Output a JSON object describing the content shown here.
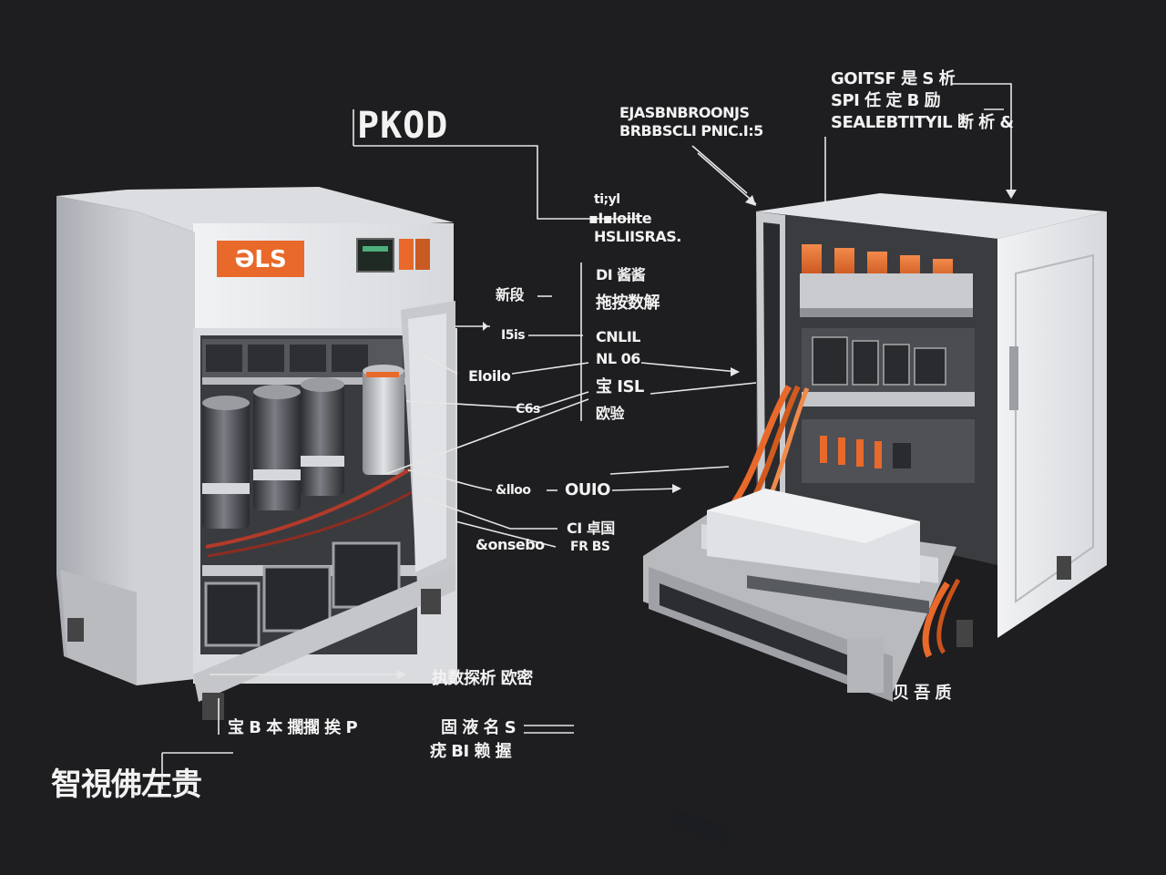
{
  "header": {
    "logo_text": "PKOD"
  },
  "title": {
    "bottom_left": "智視佛左贵"
  },
  "left_unit": {
    "badge_text": "ƏLS"
  },
  "labels": {
    "top_center_1": "EJASBNBROONJS",
    "top_center_2": "BRBBSCLI PNIC.I:5",
    "top_right_1": "GOITSF 是 S 析",
    "top_right_2": "SPI 任 定 B 励",
    "top_right_3": "SEALEBTITYIL 断 析 &",
    "mid_small": "ti;yl",
    "mid_1": "▪I▪loilte",
    "mid_2": "HSLIISRAS.",
    "c_left_1": "新段",
    "c_left_2": "I5is",
    "c_left_3": "Eloilo",
    "c_left_4": "C6s",
    "c_left_5": "&lloo",
    "c_left_6": "&onsebo",
    "c_mid_1": "DI 酱酱",
    "c_mid_2": "拖按数解",
    "c_mid_3": "CNLIL",
    "c_mid_4": "NL 06",
    "c_mid_5": "宝 ISL",
    "c_mid_6": "欧验",
    "c_mid_7": "OUIO",
    "c_mid_8": "CI 卓国",
    "c_mid_9": "FR BS",
    "bottom_1": "执数探析 欧密",
    "bottom_2": "宝 B 本  擱擱 挨 P",
    "bottom_3": "固 液 名 S",
    "bottom_4": "疣 BI 赖 握",
    "right_unit_label": "贝 吾 质"
  },
  "colors": {
    "background": "#1e1d20",
    "accent_orange": "#e8692a",
    "cabinet_light": "#e7e8ea",
    "cabinet_mid": "#c3c5c9",
    "label_text": "#f2f2f2"
  }
}
